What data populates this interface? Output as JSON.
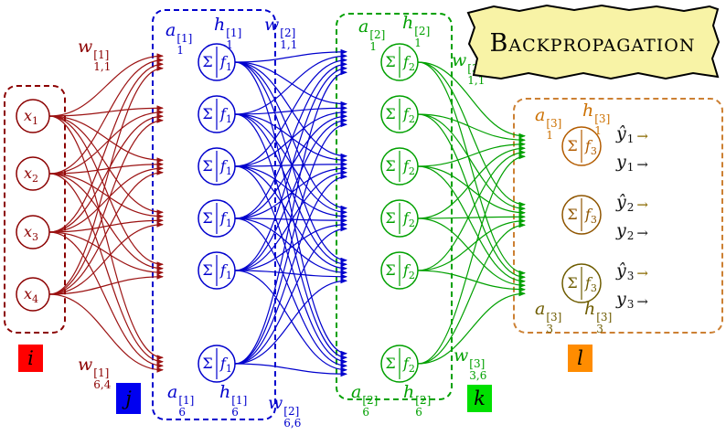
{
  "title": "Backpropagation",
  "input_layer": {
    "index_label": "i",
    "index_bg": "#ff0000",
    "color": "#8b0000",
    "edge_color": "#9b1212",
    "nodes": [
      {
        "base": "x",
        "sub": "1"
      },
      {
        "base": "x",
        "sub": "2"
      },
      {
        "base": "x",
        "sub": "3"
      },
      {
        "base": "x",
        "sub": "4"
      }
    ]
  },
  "hidden1": {
    "index_label": "j",
    "index_bg": "#0000f0",
    "color": "#0000cd",
    "edge_color": "#0000cd",
    "node_symbol": {
      "sum": "Σ",
      "sep": "|",
      "f": "f",
      "sub": "1"
    },
    "label_top_a": {
      "base": "a",
      "sub": "1",
      "sup": "[1]",
      "color": "#0000cd"
    },
    "label_top_h": {
      "base": "h",
      "sub": "1",
      "sup": "[1]",
      "color": "#0000cd"
    },
    "label_bottom_a": {
      "base": "a",
      "sub": "6",
      "sup": "[1]",
      "color": "#0000cd"
    },
    "label_bottom_h": {
      "base": "h",
      "sub": "6",
      "sup": "[1]",
      "color": "#0000cd"
    }
  },
  "hidden2": {
    "index_label": "k",
    "index_bg": "#00e000",
    "color": "#00a000",
    "edge_color": "#00a000",
    "node_symbol": {
      "sum": "Σ",
      "sep": "|",
      "f": "f",
      "sub": "2"
    },
    "label_top_a": {
      "base": "a",
      "sub": "1",
      "sup": "[2]",
      "color": "#00a000"
    },
    "label_top_h": {
      "base": "h",
      "sub": "1",
      "sup": "[2]",
      "color": "#00a000"
    },
    "label_bottom_a": {
      "base": "a",
      "sub": "6",
      "sup": "[2]",
      "color": "#00a000"
    },
    "label_bottom_h": {
      "base": "h",
      "sub": "6",
      "sup": "[2]",
      "color": "#00a000"
    }
  },
  "output_layer": {
    "index_label": "l",
    "index_bg": "#ff8c00",
    "color": "#cc8033",
    "node_colors": [
      "#b35c00",
      "#8f5500",
      "#6e5c00"
    ],
    "node_symbol": {
      "sum": "Σ",
      "sep": "|",
      "f": "f",
      "sub": "3"
    },
    "label_top_a": {
      "base": "a",
      "sub": "1",
      "sup": "[3]",
      "color": "#cc7000"
    },
    "label_top_h": {
      "base": "h",
      "sub": "1",
      "sup": "[3]",
      "color": "#cc7000"
    },
    "label_bottom_a": {
      "base": "a",
      "sub": "3",
      "sup": "[3]",
      "color": "#6e5c00"
    },
    "label_bottom_h": {
      "base": "h",
      "sub": "3",
      "sup": "[3]",
      "color": "#6e5c00"
    }
  },
  "weights": {
    "w_1_1_1": {
      "base": "w",
      "sub": "1,1",
      "sup": "[1]",
      "color": "#8b0000"
    },
    "w_6_4_1": {
      "base": "w",
      "sub": "6,4",
      "sup": "[1]",
      "color": "#8b0000"
    },
    "w_1_1_2": {
      "base": "w",
      "sub": "1,1",
      "sup": "[2]",
      "color": "#0000cd"
    },
    "w_6_6_2": {
      "base": "w",
      "sub": "6,6",
      "sup": "[2]",
      "color": "#0000cd"
    },
    "w_1_1_3": {
      "base": "w",
      "sub": "1,1",
      "sup": "[3]",
      "color": "#00a000"
    },
    "w_3_6_3": {
      "base": "w",
      "sub": "3,6",
      "sup": "[3]",
      "color": "#00a000"
    }
  },
  "outputs": [
    {
      "pred": {
        "base": "ŷ",
        "sub": "1"
      },
      "true": {
        "base": "y",
        "sub": "1"
      }
    },
    {
      "pred": {
        "base": "ŷ",
        "sub": "2"
      },
      "true": {
        "base": "y",
        "sub": "2"
      }
    },
    {
      "pred": {
        "base": "ŷ",
        "sub": "3"
      },
      "true": {
        "base": "y",
        "sub": "3"
      }
    }
  ],
  "arrow_colors": {
    "pred": "#8a6a00",
    "true": "#1a1a1a"
  }
}
